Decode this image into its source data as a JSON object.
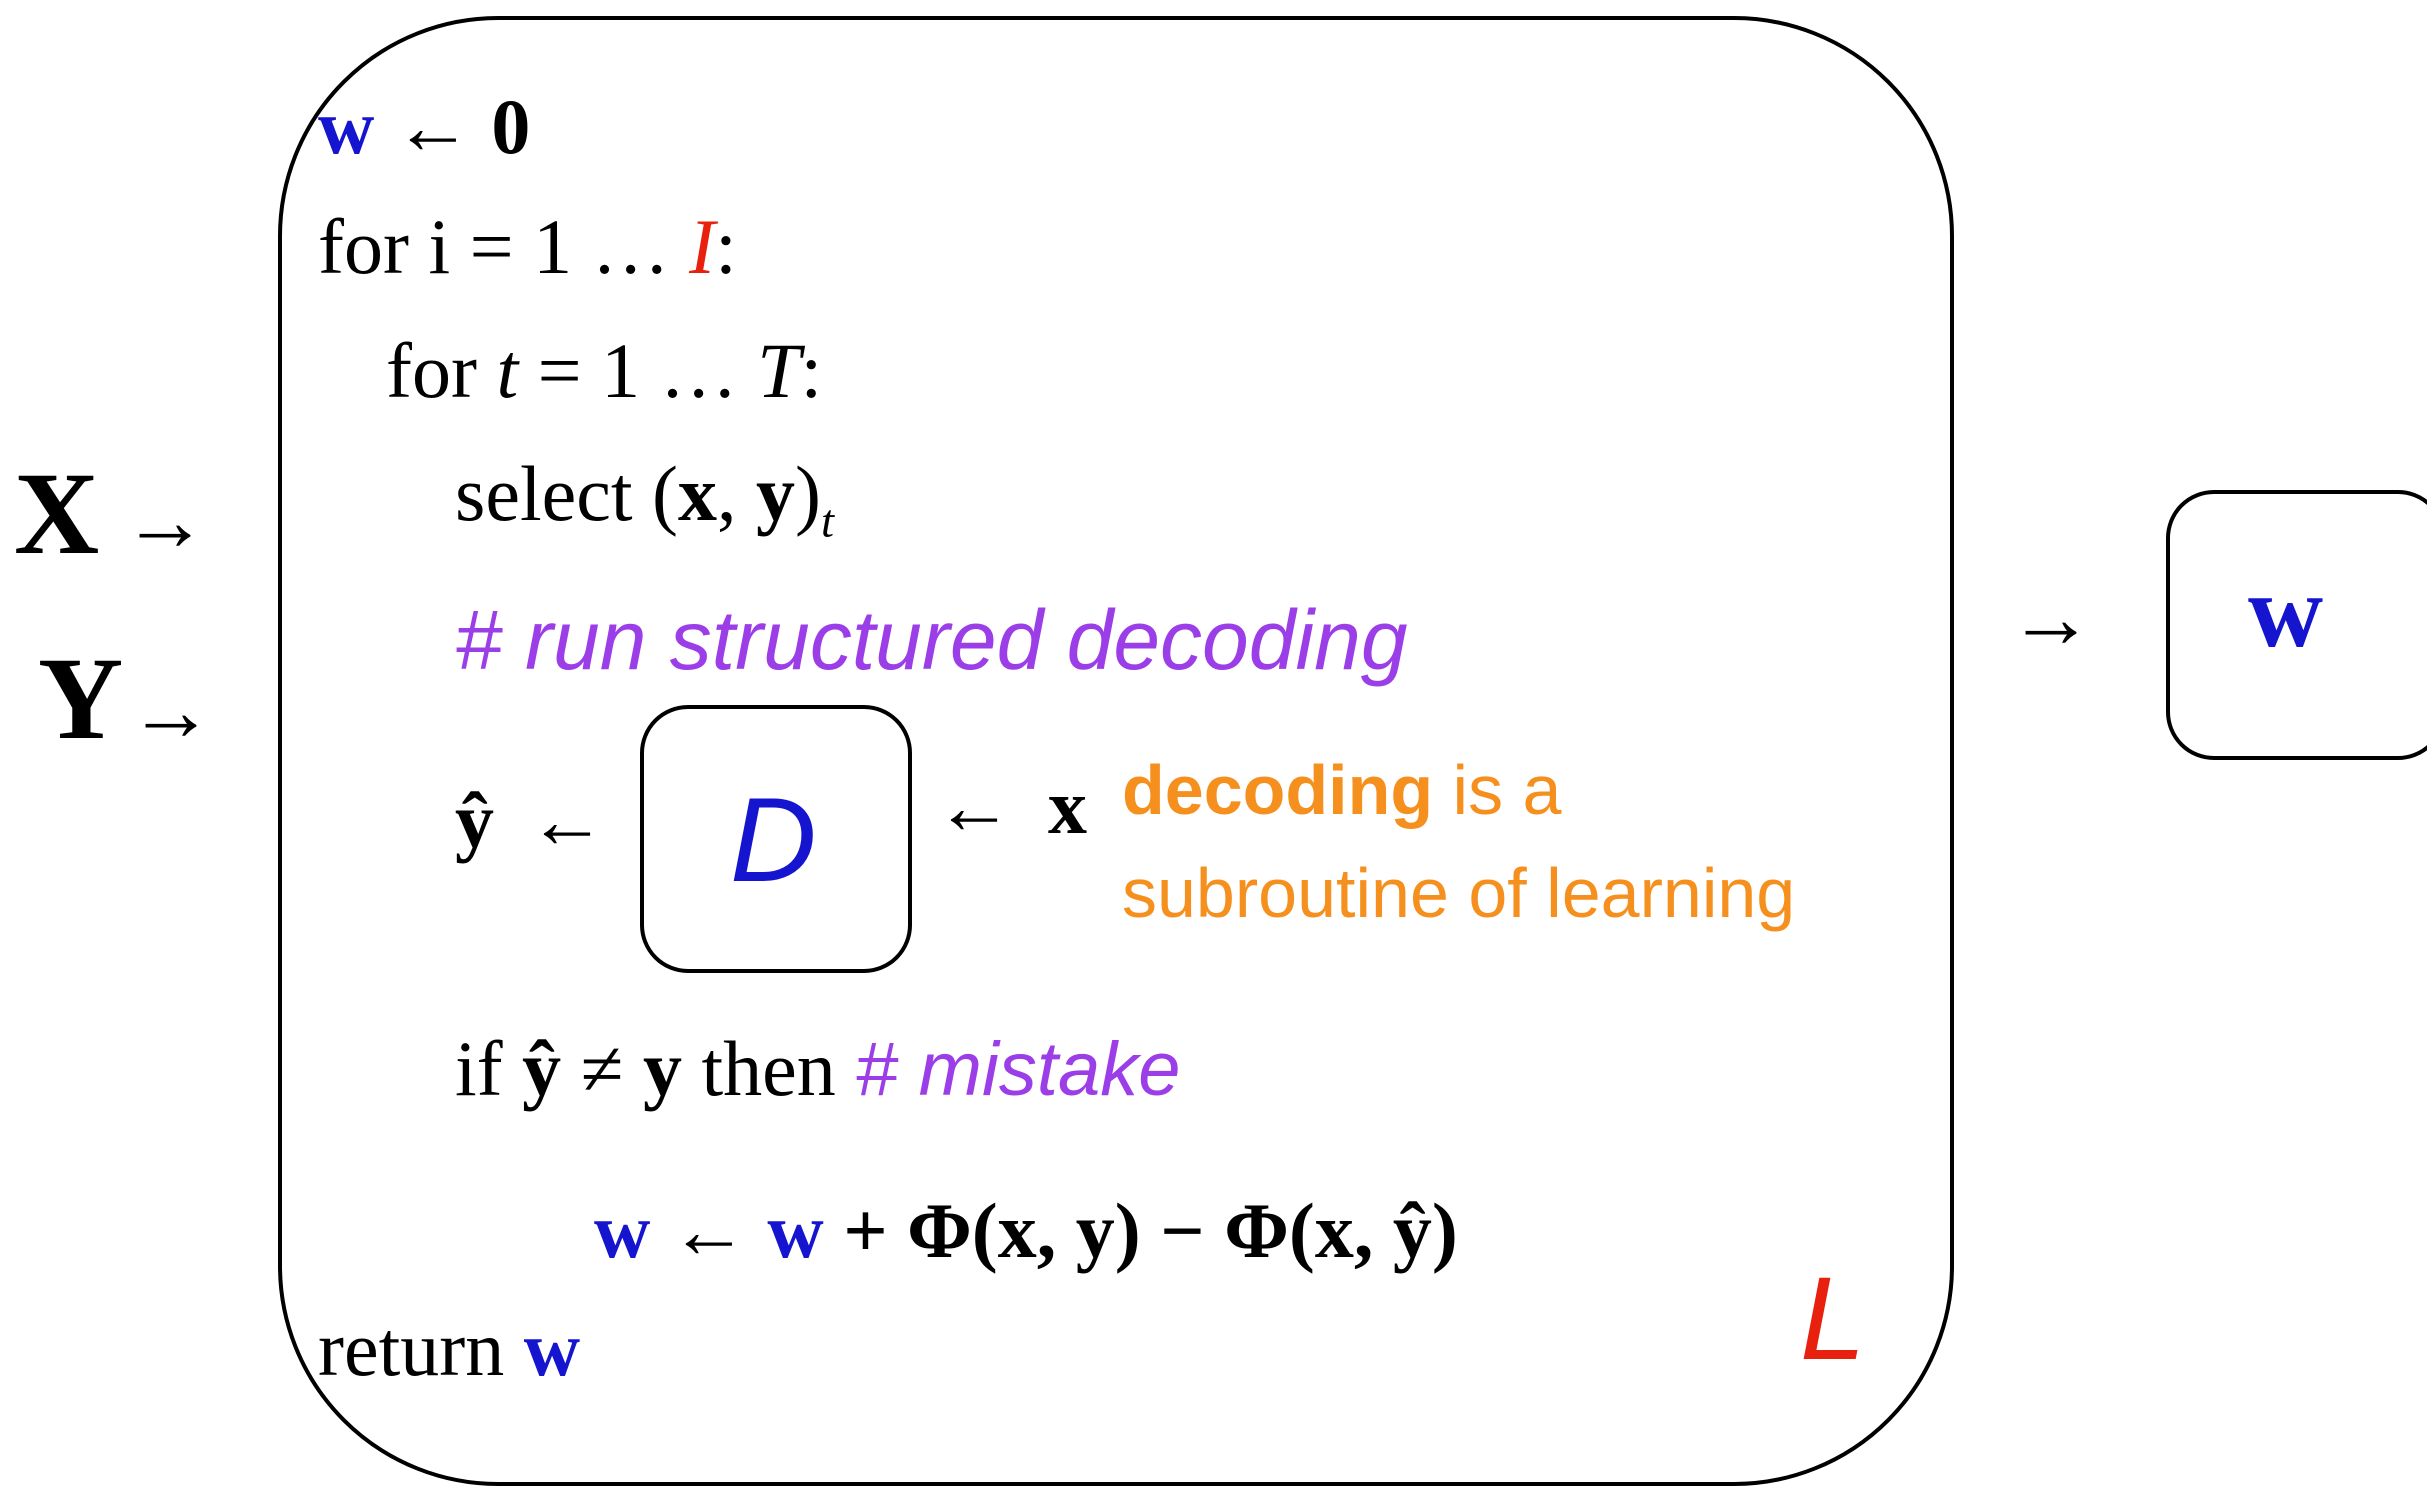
{
  "inputs": {
    "x_label": "X",
    "y_label": "Y",
    "arrow": "→"
  },
  "learner": {
    "label": "L",
    "lines": {
      "init": {
        "var": "w",
        "arrow": "←",
        "value": "0"
      },
      "outer_loop": {
        "prefix": "for i = 1 … ",
        "bound": "I",
        "suffix": ":"
      },
      "inner_loop": {
        "prefix": "for ",
        "var": "t",
        "mid": " = 1 … ",
        "bound": "T",
        "suffix": ":"
      },
      "select": {
        "prefix": "select (",
        "x": "x",
        "comma": ", ",
        "y": "y",
        "close": ")",
        "sub": "t"
      },
      "comment": "# run structured decoding",
      "decode": {
        "lhs": "ŷ",
        "arrow": "←",
        "rhs_arrow": "←",
        "rhs": "x"
      },
      "check": {
        "prefix": "if ",
        "yhat": "ŷ",
        "neq": " ≠ ",
        "y": "y",
        "then": " then ",
        "comment": "# mistake"
      },
      "update": {
        "w1": "w",
        "arrow": " ← ",
        "w2": "w",
        "rest": " + Φ(x, y) − Φ(x, ŷ)"
      },
      "ret": {
        "prefix": "return ",
        "var": "w"
      }
    }
  },
  "decoder": {
    "label": "D"
  },
  "annotation": {
    "bold": "decoding",
    "rest1": " is a",
    "line2": "subroutine of learning"
  },
  "output": {
    "arrow": "→",
    "label": "w"
  },
  "colors": {
    "weights": "#1515d0",
    "learner_label": "#e8200e",
    "iterations": "#e8200e",
    "comment": "#9b3ee8",
    "annotation": "#f5901e"
  }
}
